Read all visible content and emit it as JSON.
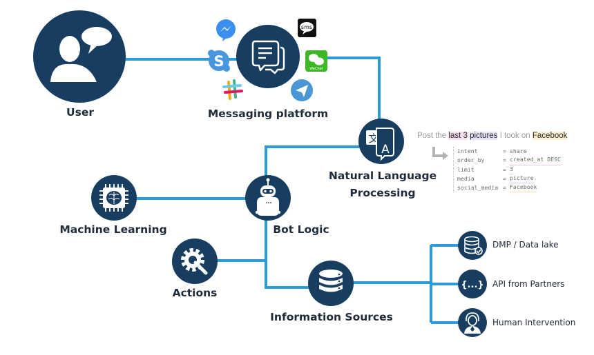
{
  "title": "Chatbot architecture",
  "colors": {
    "node_fill": "#173e60",
    "connector": "#2a9bd6",
    "label_text": "#1e2b3a",
    "arrow_gray": "#b3b3b3"
  },
  "nodes": {
    "user": {
      "label": "User",
      "icon": "user-speech-bubble-icon"
    },
    "messaging": {
      "label": "Messaging platform",
      "icon": "chat-bubbles-icon"
    },
    "nlp": {
      "label_line1": "Natural Language",
      "label_line2": "Processing",
      "icon": "translate-icon"
    },
    "bot_logic": {
      "label": "Bot Logic",
      "icon": "robot-icon"
    },
    "machine_learning": {
      "label": "Machine Learning",
      "icon": "brain-chip-icon"
    },
    "actions": {
      "label": "Actions",
      "icon": "gear-wrench-icon"
    },
    "info_sources": {
      "label": "Information Sources",
      "icon": "database-icon"
    }
  },
  "messaging_apps": [
    {
      "name": "Messenger",
      "icon": "messenger-icon"
    },
    {
      "name": "SMS",
      "icon": "sms-icon",
      "text": "sms"
    },
    {
      "name": "Skype",
      "icon": "skype-icon",
      "text": "S"
    },
    {
      "name": "WeChat",
      "icon": "wechat-icon",
      "text": "WeChat"
    },
    {
      "name": "Slack",
      "icon": "slack-icon"
    },
    {
      "name": "Telegram",
      "icon": "telegram-icon"
    }
  ],
  "sources": [
    {
      "label": "DMP / Data lake",
      "icon": "database-check-icon"
    },
    {
      "label": "API from Partners",
      "icon": "curly-braces-icon",
      "glyph": "{...}"
    },
    {
      "label": "Human Intervention",
      "icon": "headset-agent-icon"
    }
  ],
  "nlp_example": {
    "sentence": {
      "p1": "Post the ",
      "h1": "last 3",
      "p2": " ",
      "h2": "pictures",
      "p3": " I took on ",
      "h3": "Facebook"
    },
    "fields": [
      {
        "key": "intent",
        "eq": "=",
        "value": "share"
      },
      {
        "key": "order_by",
        "eq": "=",
        "value": "created_at DESC"
      },
      {
        "key": "limit",
        "eq": "=",
        "value": "3"
      },
      {
        "key": "media",
        "eq": "=",
        "value": "picture"
      },
      {
        "key": "social_media",
        "eq": "=",
        "value": "Facebook"
      }
    ]
  }
}
